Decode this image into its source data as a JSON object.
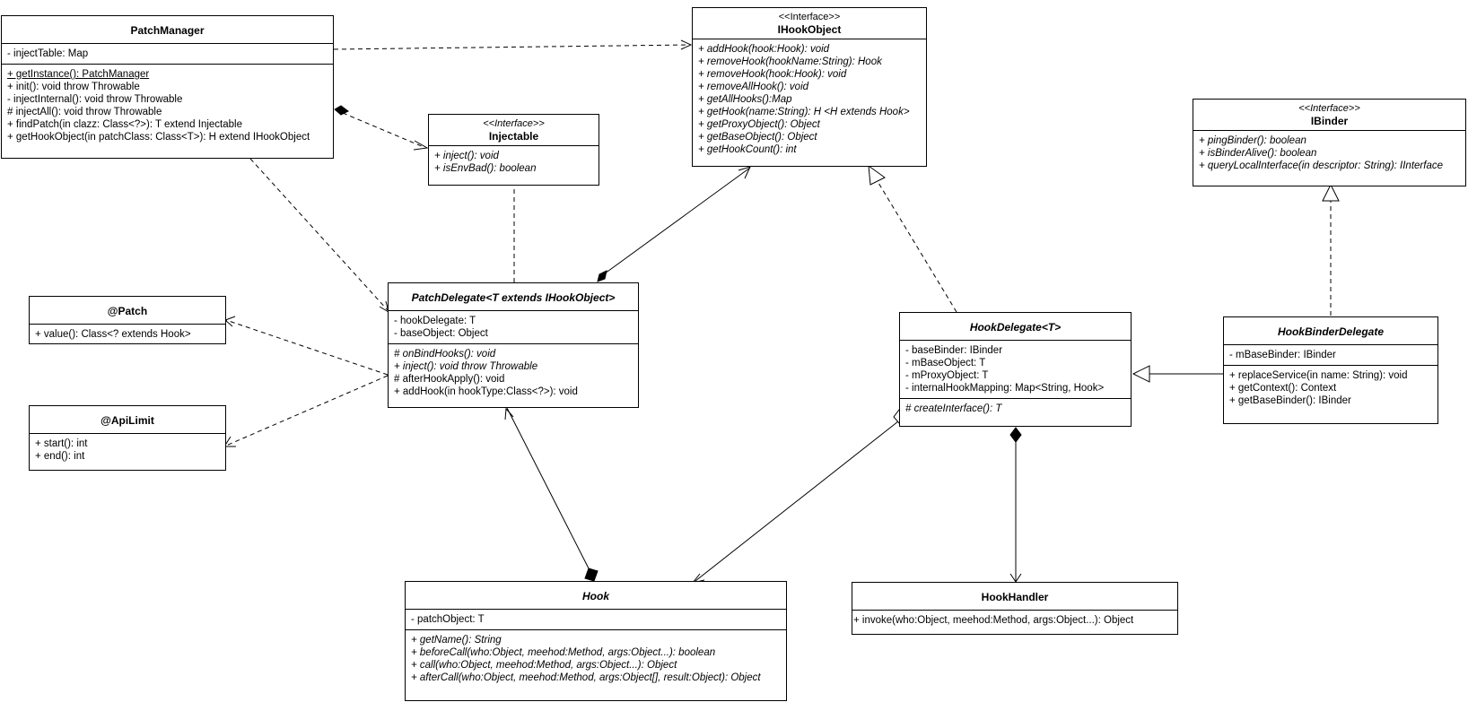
{
  "classes": {
    "patch_manager": {
      "name": "PatchManager",
      "attrs": [
        "- injectTable: Map"
      ],
      "methods": [
        "+ getInstance(): PatchManager",
        "+ init(): void throw Throwable",
        "- injectInternal(): void throw Throwable",
        "# injectAll(): void throw Throwable",
        "+ findPatch(in clazz: Class<?>): T extend Injectable",
        "+ getHookObject(in patchClass: Class<T>): H extend IHookObject"
      ]
    },
    "ihookobject": {
      "stereotype": "<<Interface>>",
      "name": "IHookObject",
      "methods": [
        "+ addHook(hook:Hook): void",
        "+ removeHook(hookName:String): Hook",
        "+ removeHook(hook:Hook): void",
        "+ removeAllHook(): void",
        "+ getAllHooks():Map",
        "+ getHook(name:String): H <H extends Hook>",
        "+ getProxyObject(): Object",
        "+ getBaseObject(): Object",
        "+ getHookCount(): int"
      ]
    },
    "injectable": {
      "stereotype": "<<Interface>>",
      "name": "Injectable",
      "methods": [
        "+ inject(): void",
        "+ isEnvBad(): boolean"
      ]
    },
    "ibinder": {
      "stereotype": "<<Interface>>",
      "name": "IBinder",
      "methods": [
        "+ pingBinder(): boolean",
        "+ isBinderAlive(): boolean",
        "+ queryLocalInterface(in descriptor: String): IInterface"
      ]
    },
    "patch": {
      "name": "@Patch",
      "methods": [
        "+ value(): Class<? extends Hook>"
      ]
    },
    "apilimit": {
      "name": "@ApiLimit",
      "methods": [
        "+ start(): int",
        "+ end(): int"
      ]
    },
    "patch_delegate": {
      "name": "PatchDelegate<T extends IHookObject>",
      "attrs": [
        "- hookDelegate: T",
        "- baseObject: Object"
      ],
      "methods": [
        "# onBindHooks(): void",
        "+ inject(): void throw Throwable",
        "# afterHookApply(): void",
        "+ addHook(in hookType:Class<?>): void"
      ]
    },
    "hook_delegate": {
      "name": "HookDelegate<T>",
      "attrs": [
        "- baseBinder: IBinder",
        "- mBaseObject: T",
        "- mProxyObject: T",
        "- internalHookMapping: Map<String, Hook>"
      ],
      "methods": [
        "# createInterface(): T"
      ]
    },
    "hook_binder_delegate": {
      "name": "HookBinderDelegate",
      "attrs": [
        "- mBaseBinder: IBinder"
      ],
      "methods": [
        "+ replaceService(in name: String): void",
        "+ getContext(): Context",
        "+ getBaseBinder(): IBinder"
      ]
    },
    "hook": {
      "name": "Hook",
      "attrs": [
        "- patchObject: T"
      ],
      "methods": [
        "+ getName(): String",
        "+ beforeCall(who:Object, meehod:Method, args:Object...): boolean",
        "+ call(who:Object, meehod:Method, args:Object...): Object",
        "+ afterCall(who:Object, meehod:Method, args:Object[], result:Object): Object"
      ]
    },
    "hook_handler": {
      "name": "HookHandler",
      "methods": [
        "+ invoke(who:Object, meehod:Method, args:Object...): Object"
      ]
    }
  },
  "colors": {
    "line": "#000000",
    "background": "#ffffff"
  }
}
